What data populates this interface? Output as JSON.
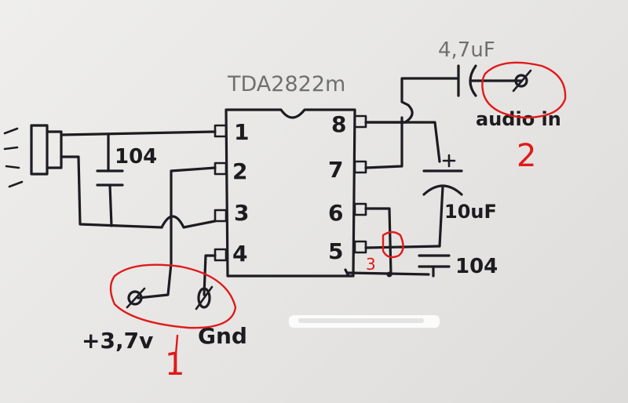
{
  "chip": {
    "name": "TDA2822m",
    "pins_left": [
      "1",
      "2",
      "3",
      "4"
    ],
    "pins_right": [
      "8",
      "7",
      "6",
      "5"
    ]
  },
  "components": {
    "cap_input": "4,7uF",
    "cap_speaker": "104",
    "cap_electrolytic": "10uF",
    "cap_pin5": "104"
  },
  "terminals": {
    "audio_in": "audio in",
    "power": "+3,7v",
    "ground": "Gnd"
  },
  "markers": {
    "one": "1",
    "two": "2",
    "three": "3"
  },
  "colors": {
    "ink": "#1c1c22",
    "annotation": "#e01a1a",
    "paper": "#ecebe9",
    "title_grey": "#707070"
  }
}
